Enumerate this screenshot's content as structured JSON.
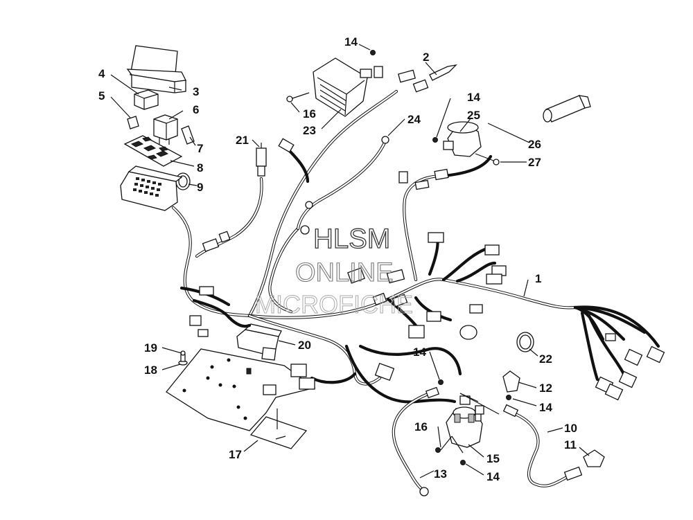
{
  "watermark": {
    "line1": "HLSM",
    "line2": "ONLINE",
    "line3": "MICROFICHE"
  },
  "callouts": [
    "1",
    "2",
    "3",
    "4",
    "5",
    "6",
    "7",
    "8",
    "9",
    "10",
    "11",
    "12",
    "13",
    "14",
    "15",
    "16",
    "17",
    "18",
    "19",
    "20",
    "21",
    "22",
    "23",
    "24",
    "25",
    "26",
    "27",
    "14",
    "14",
    "14",
    "14"
  ]
}
